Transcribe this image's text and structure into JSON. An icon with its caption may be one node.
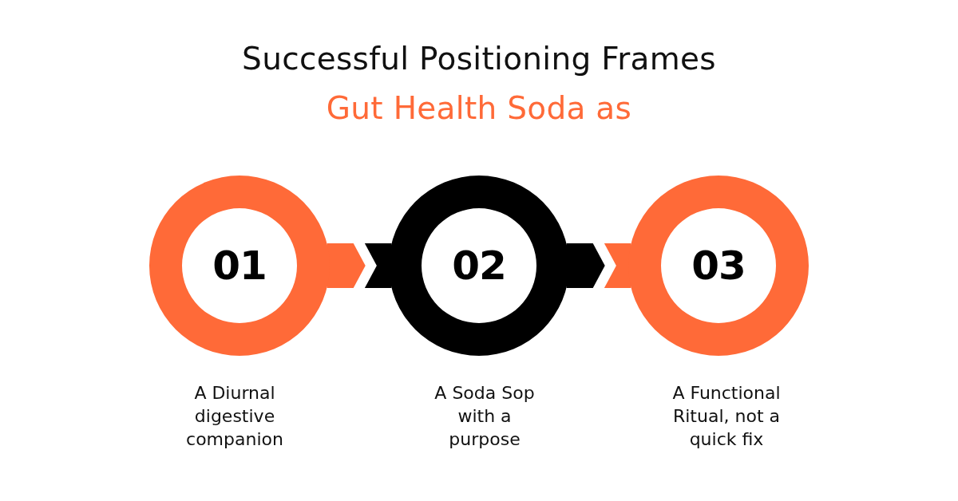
{
  "diagram": {
    "title": "Successful Positioning Frames",
    "nodes": [
      {
        "text": [
          "01"
        ],
        "beside": [
          "A Diurnal digestive companion"
        ]
      },
      {
        "text": [
          "02"
        ],
        "beside": [
          "A Soda Sop with a purpose"
        ]
      },
      {
        "text": [
          "03"
        ],
        "beside": [
          "A Functional Ritual, not a quick fix"
        ]
      }
    ],
    "edges": [
      {
        "from": 0,
        "to": 1,
        "arrow": "to"
      },
      {
        "from": 1,
        "to": 2,
        "arrow": "to"
      }
    ],
    "labels": [
      "Gut Health Soda as"
    ]
  }
}
